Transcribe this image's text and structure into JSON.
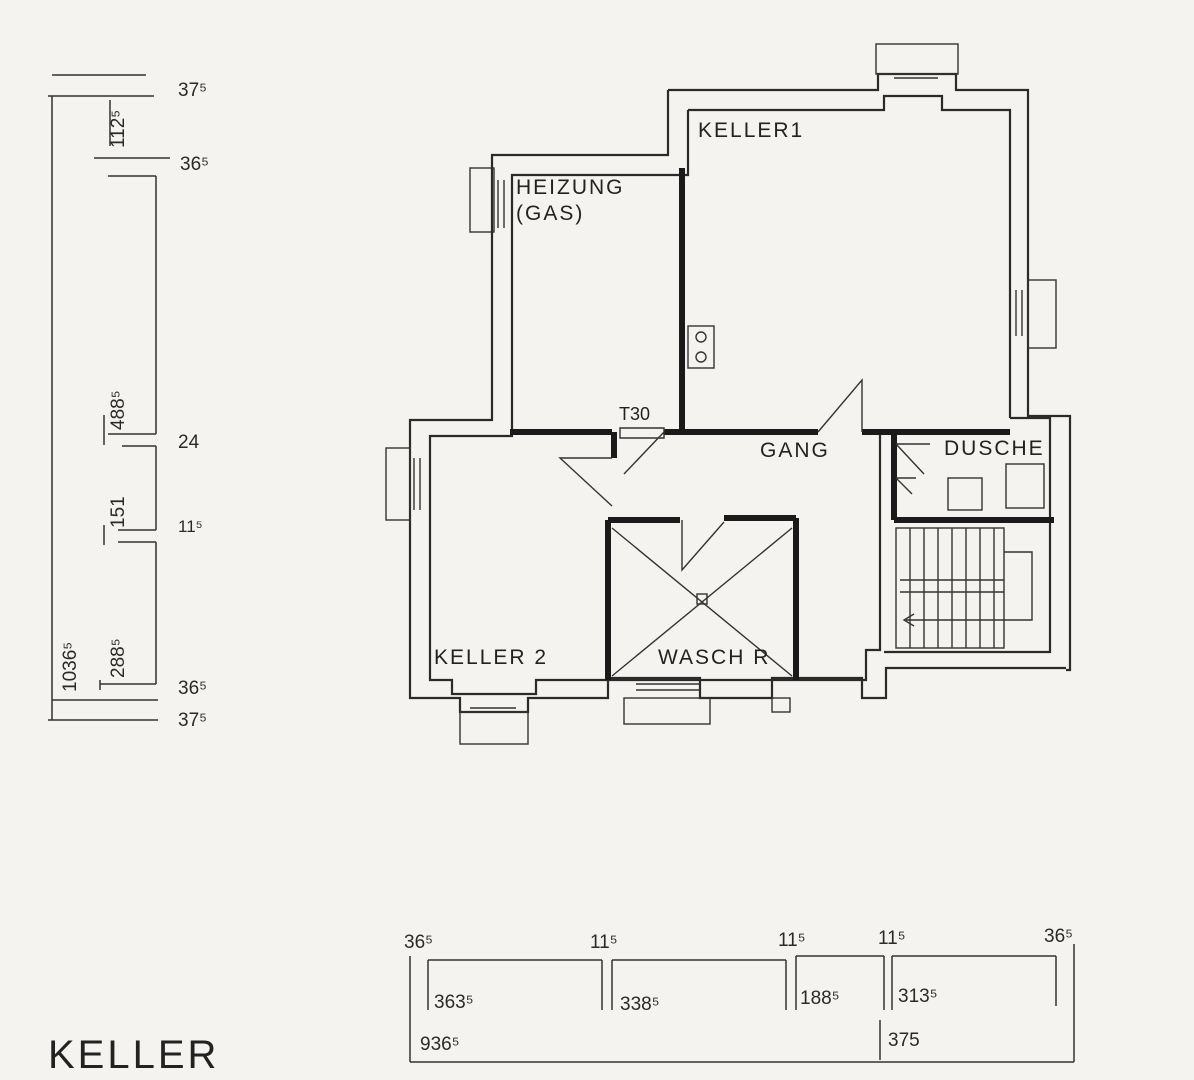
{
  "title": "KELLER",
  "rooms": {
    "keller1": "KELLER1",
    "heizung_line1": "HEIZUNG",
    "heizung_line2": "(GAS)",
    "t30": "T30",
    "gang": "GANG",
    "dusche": "DUSCHE",
    "keller2": "KELLER 2",
    "waschraum": "WASCH R"
  },
  "dims_left": {
    "d375_top": "37⁵",
    "d1125": "112⁵",
    "d365_top": "36⁵",
    "d4885": "488⁵",
    "d24": "24",
    "d151": "151",
    "d115": "11⁵",
    "d10365": "1036⁵",
    "d2885": "288⁵",
    "d365_bottom": "36⁵",
    "d375_bottom": "37⁵"
  },
  "dims_bottom": {
    "d365_left": "36⁵",
    "d115_a": "11⁵",
    "d115_b": "11⁵",
    "d115_c": "11⁵",
    "d365_right": "36⁵",
    "d3635": "363⁵",
    "d3385": "338⁵",
    "d1885": "188⁵",
    "d3135": "313⁵",
    "d9365": "936⁵",
    "d375": "375"
  }
}
